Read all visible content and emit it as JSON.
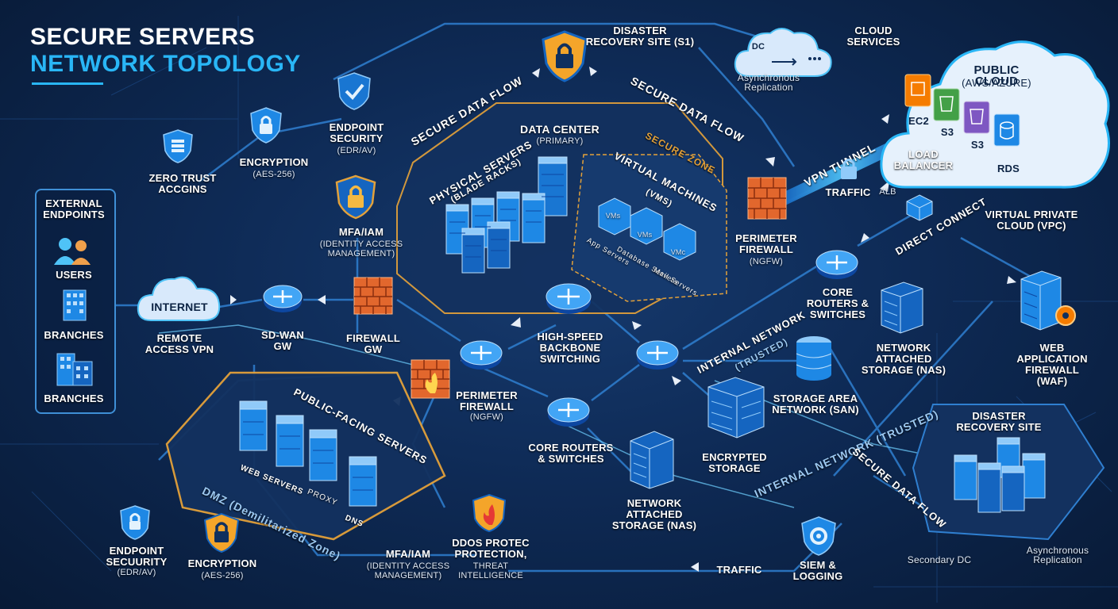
{
  "title": {
    "line1": "SECURE SERVERS",
    "line2": "NETWORK TOPOLOGY"
  },
  "external": {
    "heading": "EXTERNAL ENDPOINTS",
    "users": "USERS",
    "branches1": "BRANCHES",
    "branches2": "BRANCHES"
  },
  "internet": {
    "label": "INTERNET",
    "remote_vpn": "REMOTE ACCESS VPN"
  },
  "security_left": {
    "zero_trust": "ZERO TRUST ACCGINS",
    "encryption": "ENCRYPTION",
    "encryption_sub": "(AES-256)",
    "endpoint": "ENDPOINT SECURITY",
    "endpoint_sub": "(EDR/AV)",
    "mfa": "MFA/IAM",
    "mfa_sub": "(IDENTITY ACCESS MANAGEMENT)"
  },
  "gateways": {
    "sdwan": "SD-WAN GW",
    "firewall": "FIREWALL GW"
  },
  "data_center": {
    "title": "DATA CENTER",
    "subtitle": "(PRIMARY)",
    "secure_zone": "SECURE ZONE",
    "physical": "PHYSICAL SERVERS",
    "physical_sub": "(BLADE RACKS)",
    "virtual": "VIRTUAL MACHINES",
    "virtual_sub": "(VMs)",
    "vm1": "VMs",
    "vm2": "VMs",
    "vm3": "VMc",
    "app": "App Servers",
    "db": "Database Servers",
    "mail": "Mail Servers"
  },
  "backbone": {
    "label": "HIGH-SPEED BACKBONE SWITCHING"
  },
  "flows": {
    "secure_left": "SECURE DATA FLOW",
    "secure_right": "SECURE DATA FLOW",
    "internal1": "INTERNAL NETWORK",
    "internal1_sub": "(TRUSTED)",
    "internal2": "INTERNAL NETWORK (TRUSTED)",
    "secure_bottom": "SECURE DATA FLOW",
    "vpn_tunnel": "VPN TUNNEL",
    "direct_connect": "DIRECT CONNECT",
    "dmz": "DMZ (Demilitarized Zone)"
  },
  "dr_top": {
    "label": "DISASTER RECOVERY SITE (S1)"
  },
  "cloud_services": {
    "dc": "DC",
    "label": "CLOUD SERVICES",
    "async": "Asynchronous Replication"
  },
  "public_cloud": {
    "title": "PUBLIC CLOUD",
    "subtitle": "(AWS/AZURE)",
    "services": [
      "EC2",
      "S3",
      "S3",
      "RDS"
    ]
  },
  "right": {
    "perimeter": "PERIMETER FIREWALL",
    "perimeter_sub": "(NGFW)",
    "traffic": "TRAFFIC",
    "load_balancer": "LOAD BALANCER",
    "alb": "ALB",
    "vpc": "VIRTUAL PRIVATE CLOUD (VPC)",
    "core": "CORE ROUTERS & SWITCHES",
    "nas": "NETWORK ATTACHED STORAGE (NAS)",
    "waf": "WEB APPLICATION FIREWALL (WAF)",
    "san": "STORAGE AREA NETWORK (SAN)",
    "encrypted": "ENCRYPTED STORAGE"
  },
  "center_lower": {
    "perimeter": "PERIMETER FIREWALL",
    "perimeter_sub": "(NGFW)",
    "core": "CORE ROUTERS & SWITCHES",
    "nas": "NETWORK ATTACHED STORAGE (NAS)"
  },
  "dmz_zone": {
    "title": "PUBLIC-FACING SERVERS",
    "web": "WEB SERVERS",
    "proxy": "PROXY",
    "dns": "DNS"
  },
  "bottom": {
    "endpoint": "ENDPOINT SECUURITY",
    "endpoint_sub": "(EDR/AV)",
    "encryption": "ENCRYPTION",
    "encryption_sub": "(AES-256)",
    "mfa": "MFA/IAM",
    "mfa_sub": "(IDENTITY ACCESS MANAGEMENT)",
    "ddos": "DDOS PROTEC PROTECTION,",
    "ddos_sub": "THREAT INTELLIGENCE",
    "traffic": "TRAFFIC",
    "siem": "SIEM & LOGGING"
  },
  "dr_bottom": {
    "title": "DISASTER RECOVERY SITE",
    "secondary": "Secondary DC",
    "async": "Asynchronous Replication"
  },
  "colors": {
    "accent": "#29b6f6",
    "gold": "#e3a13a",
    "firewall": "#e2672d",
    "bg": "#0e2a55"
  }
}
